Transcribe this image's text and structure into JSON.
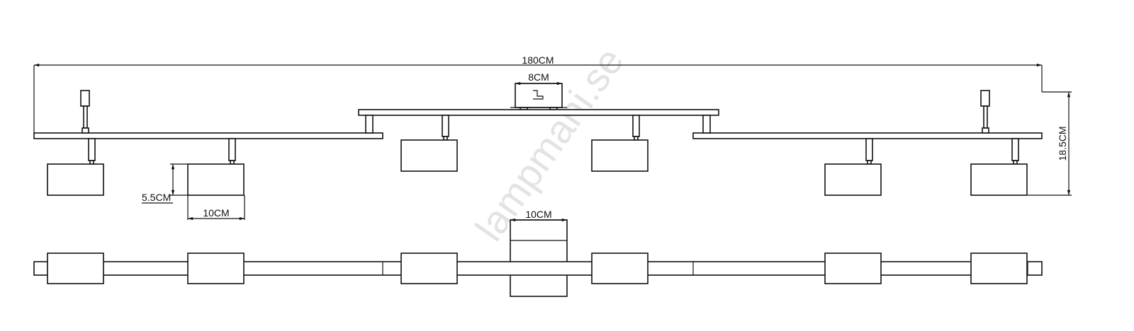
{
  "dimensions": {
    "total_length": "180CM",
    "canopy_width": "8CM",
    "height": "18.5CM",
    "head_height": "5.5CM",
    "head_width": "10CM",
    "canopy_bottom_width": "10CM"
  },
  "watermark": "lampmani.se",
  "colors": {
    "line": "#111111",
    "watermark": "#e3e3e3"
  }
}
